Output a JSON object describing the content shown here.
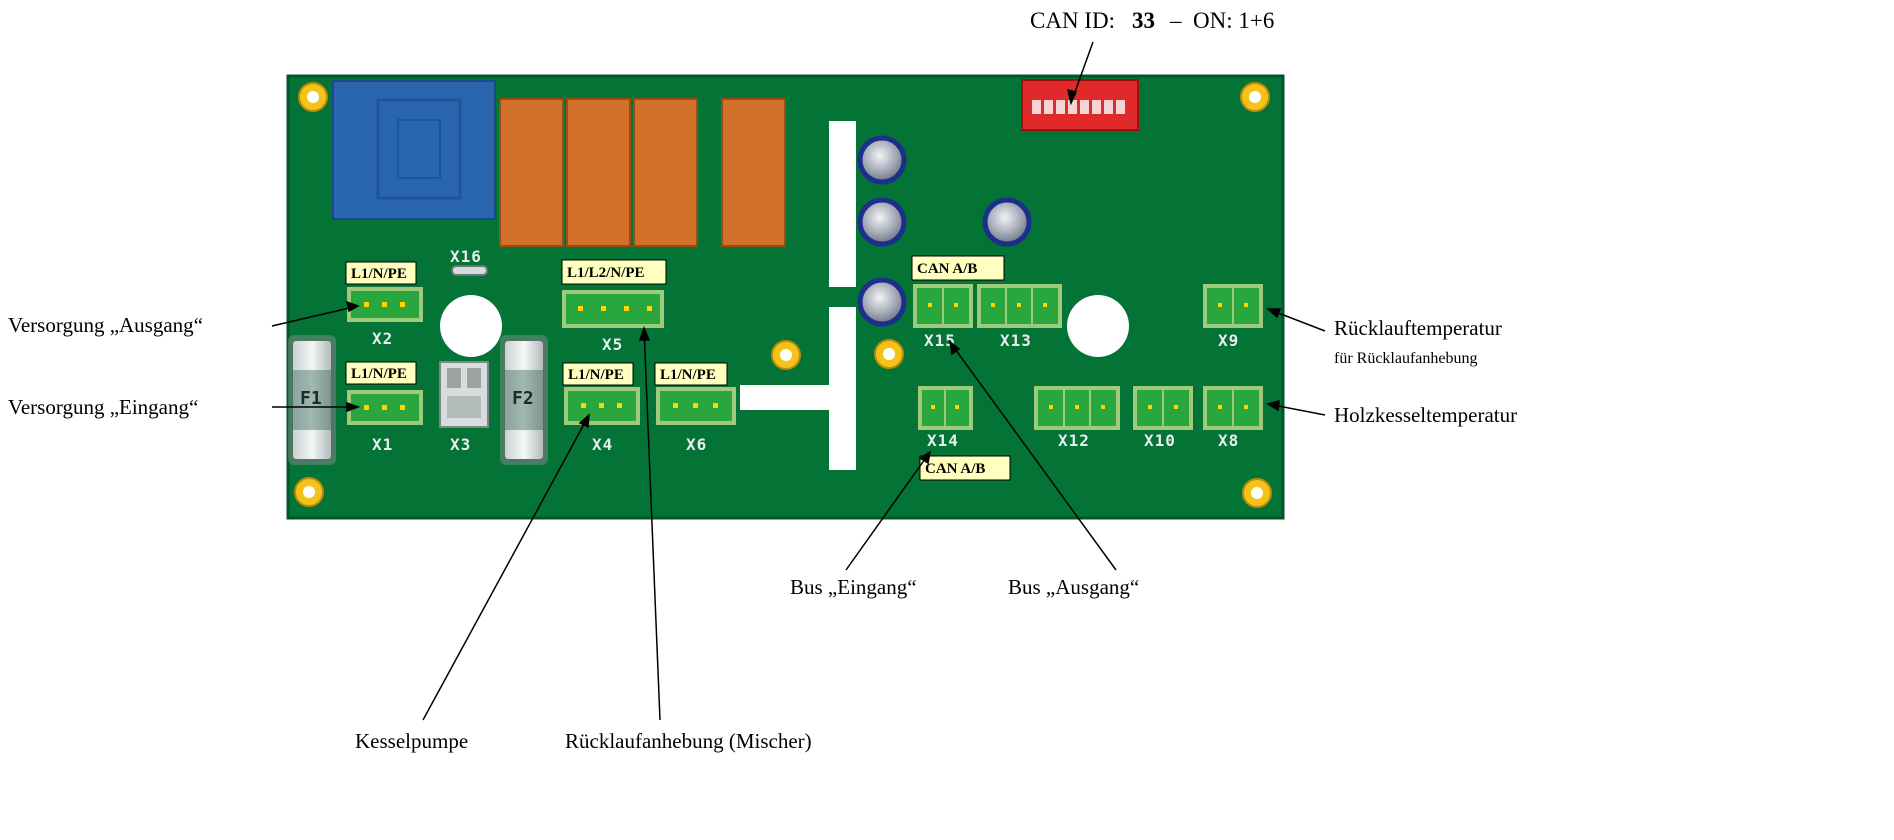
{
  "can_id": {
    "label": "CAN ID:",
    "value": "33",
    "dash": "–",
    "on": "ON: 1+6"
  },
  "callouts": {
    "versorgung_ausgang": "Versorgung „Ausgang“",
    "versorgung_eingang": "Versorgung  „Eingang“",
    "ruecklauftemperatur": "Rücklauftemperatur",
    "ruecklauftemperatur_sub": "für Rücklaufanhebung",
    "holzkesseltemperatur": "Holzkesseltemperatur",
    "bus_eingang": "Bus „Eingang“",
    "bus_ausgang": "Bus „Ausgang“",
    "kesselpumpe": "Kesselpumpe",
    "ruecklaufanhebung": "Rücklaufanhebung (Mischer)"
  },
  "tags": {
    "x2": "L1/N/PE",
    "x1": "L1/N/PE",
    "x5": "L1/L2/N/PE",
    "x4": "L1/N/PE",
    "x6": "L1/N/PE",
    "x15": "CAN A/B",
    "x14": "CAN A/B"
  },
  "connectors": {
    "x16": "X16",
    "x2": "X2",
    "x1": "X1",
    "x3": "X3",
    "x5": "X5",
    "x4": "X4",
    "x6": "X6",
    "x15": "X15",
    "x13": "X13",
    "x9": "X9",
    "x14": "X14",
    "x12": "X12",
    "x10": "X10",
    "x8": "X8"
  },
  "fuses": {
    "f1": "F1",
    "f2": "F2"
  },
  "colors": {
    "board": "#037336",
    "connector": "#2aa63e",
    "connector_frame": "#9fca7a",
    "relay": "#d2702a",
    "transformer": "#2a66b0",
    "dip_switch": "#e02a2a",
    "mount_hole": "#f5c21a",
    "tag_fill": "#ffffc0"
  }
}
